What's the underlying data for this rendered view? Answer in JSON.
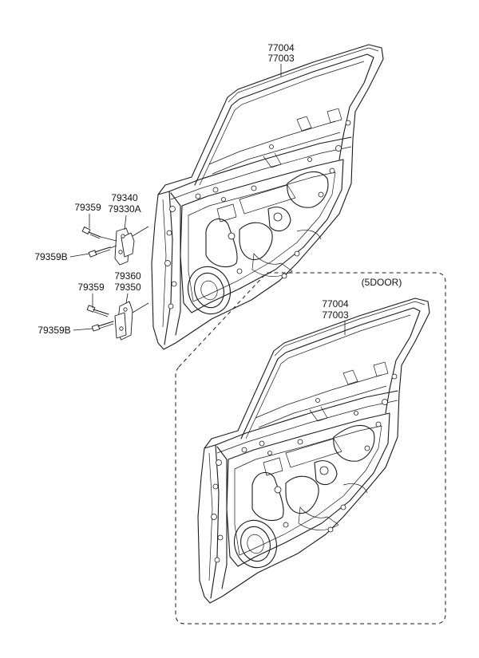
{
  "callouts": {
    "door_upper_1": "77004",
    "door_upper_2": "77003",
    "hinge_upper_bolt": "79359",
    "hinge_upper_part_1": "79340",
    "hinge_upper_part_2": "79330A",
    "hinge_upper_bolt_b": "79359B",
    "hinge_lower_bolt": "79359",
    "hinge_lower_part_1": "79360",
    "hinge_lower_part_2": "79350",
    "hinge_lower_bolt_b": "79359B",
    "door_lower_1": "77004",
    "door_lower_2": "77003"
  },
  "variant_label": "(5DOOR)"
}
